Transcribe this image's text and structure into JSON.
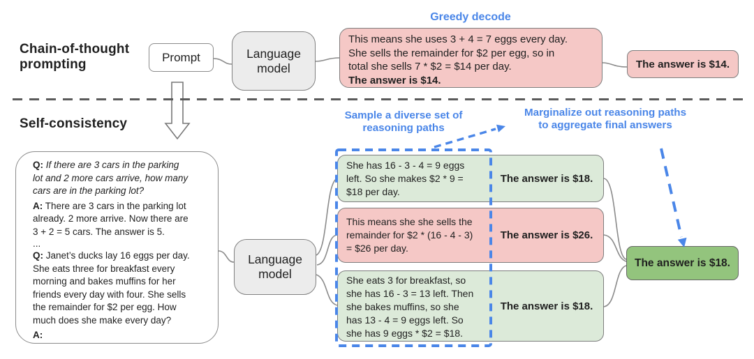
{
  "colors": {
    "accent_blue": "#4a86e8",
    "pink_fill": "#f5c8c6",
    "light_green_fill": "#dcead9",
    "final_green_fill": "#93c47d",
    "model_gray_fill": "#ececec",
    "connector_gray": "#8a8a8a"
  },
  "top": {
    "section_label": "Chain-of-thought\nprompting",
    "prompt_label": "Prompt",
    "model_label": "Language\nmodel",
    "decode_label": "Greedy decode",
    "output": {
      "reasoning": "This means she uses 3 + 4 = 7 eggs every day.\nShe sells the remainder for $2 per egg, so in\ntotal she sells 7 * $2 = $14 per day.",
      "answer": "The answer is $14."
    },
    "final_answer": "The answer is $14."
  },
  "bottom": {
    "section_label": "Self-consistency",
    "sample_label": "Sample a diverse set of\nreasoning paths",
    "marginalize_label": "Marginalize out reasoning paths\nto aggregate final answers",
    "model_label": "Language\nmodel",
    "prompt": {
      "q1_prefix": "Q:",
      "q1": " If there are 3 cars in the parking\nlot and 2 more cars arrive, how many\ncars are in the parking lot?",
      "a1_prefix": "A:",
      "a1": " There are 3 cars in the parking lot\nalready. 2 more arrive. Now there are\n3 + 2 = 5 cars. The answer is 5.",
      "ellipsis": "...",
      "q2_prefix": "Q:",
      "q2": " Janet’s ducks lay 16 eggs per day.\nShe eats three for breakfast every\nmorning and bakes muffins for her\nfriends every day with four. She sells\nthe remainder for $2 per egg. How\nmuch does she make every day?",
      "a2_prefix": "A:"
    },
    "paths": [
      {
        "tone": "green",
        "reasoning": "She has 16 - 3 - 4 = 9 eggs\nleft. So she makes $2 * 9 =\n$18 per day.",
        "answer": "The answer is $18."
      },
      {
        "tone": "pink",
        "reasoning": "This means she she sells the\nremainder for $2 * (16 - 4 - 3)\n= $26 per day.",
        "answer": "The answer is $26."
      },
      {
        "tone": "green",
        "reasoning": "She eats 3 for breakfast, so\nshe has 16 - 3 = 13 left. Then\nshe bakes muffins, so she\nhas 13 - 4 = 9 eggs left. So\nshe has 9 eggs * $2 = $18.",
        "answer": "The answer is $18."
      }
    ],
    "final_answer": "The answer is $18."
  }
}
